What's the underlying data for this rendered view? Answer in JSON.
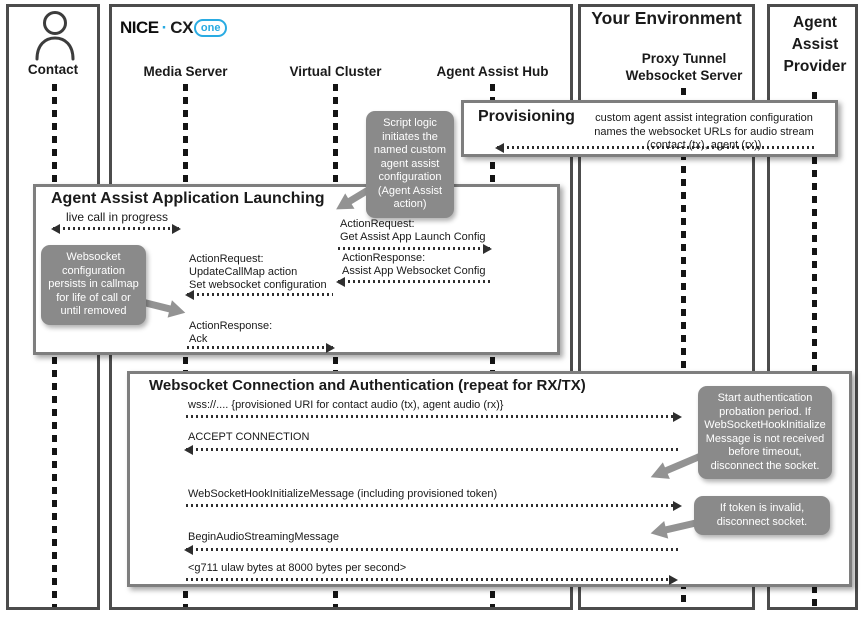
{
  "header": {
    "contact": "Contact",
    "logo": {
      "nice": "NICE",
      "dot": "·",
      "cx": "CX",
      "one": "one"
    },
    "media_server": "Media Server",
    "virtual_cluster": "Virtual Cluster",
    "agent_assist_hub": "Agent Assist Hub",
    "your_environment": "Your Environment",
    "proxy_tunnel": "Proxy Tunnel\nWebsocket Server",
    "agent_assist_provider": "Agent\nAssist\nProvider"
  },
  "provisioning": {
    "title": "Provisioning",
    "description": "custom agent assist integration configuration\nnames the websocket URLs for audio stream\n(contact (tx), agent (rx))"
  },
  "launching": {
    "title": "Agent Assist Application Launching",
    "live_call": "live call in progress",
    "update_callmap": "ActionRequest:\nUpdateCallMap action\nSet websocket configuration",
    "ack": "ActionResponse:\nAck",
    "get_launch_config": "ActionRequest:\nGet Assist App Launch Config",
    "websocket_config": "ActionResponse:\nAssist App Websocket Config"
  },
  "websocket": {
    "title": "Websocket Connection and Authentication (repeat for RX/TX)",
    "wss_uri": "wss://.... {provisioned URI for contact audio (tx), agent audio (rx)}",
    "accept_connection": "ACCEPT CONNECTION",
    "hook_initialize": "WebSocketHookInitializeMessage (including provisioned token)",
    "begin_audio": "BeginAudioStreamingMessage",
    "g711": "<g711 ulaw bytes at 8000 bytes per second>"
  },
  "notes": {
    "script_logic": "Script logic initiates the named custom agent assist configuration (Agent Assist action)",
    "websocket_config": "Websocket configuration persists in callmap for life of call or until removed",
    "auth_probation": "Start authentication probation period. If WebSocketHookInitializeMessage is not received before timeout, disconnect the socket.",
    "invalid_token": "If token is invalid, disconnect socket."
  },
  "colors": {
    "frame_border": "#4c4c4c",
    "fragment_border": "#7e7e7e",
    "note_bg": "#8a8a8a",
    "accent_blue": "#29abe2",
    "line": "#2e2e2e"
  }
}
